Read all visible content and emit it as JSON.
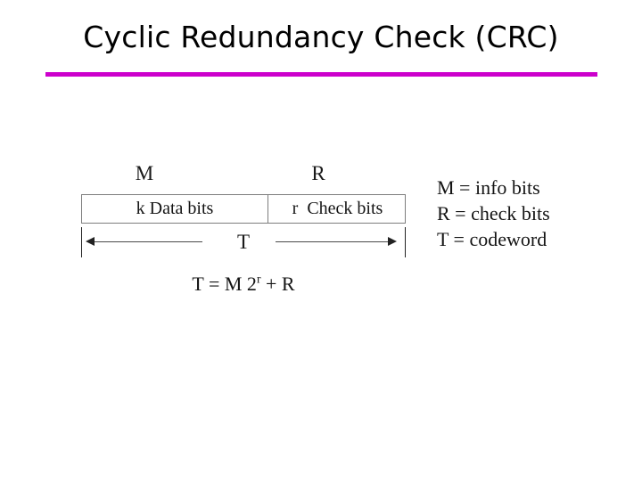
{
  "slide": {
    "title": "Cyclic Redundancy Check (CRC)",
    "rule_color": "#cc00cc",
    "background_color": "#ffffff"
  },
  "figure": {
    "name": "crc-codeword-frame-diagram",
    "top_labels": {
      "message": "M",
      "remainder": "R"
    },
    "frame": {
      "cells": [
        {
          "id": "data-bits",
          "text": "k Data bits"
        },
        {
          "id": "check-bits",
          "text": "r  Check bits"
        }
      ]
    },
    "span": {
      "label": "T",
      "left_arrow_icon": "arrow-left-icon",
      "right_arrow_icon": "arrow-right-icon"
    },
    "formula": {
      "lhs": "T = M 2",
      "exponent": "r",
      "rhs": " + R",
      "full_text": "T = M 2r + R"
    }
  },
  "legend": {
    "lines": [
      "M = info bits",
      "R = check bits",
      "T = codeword"
    ]
  }
}
